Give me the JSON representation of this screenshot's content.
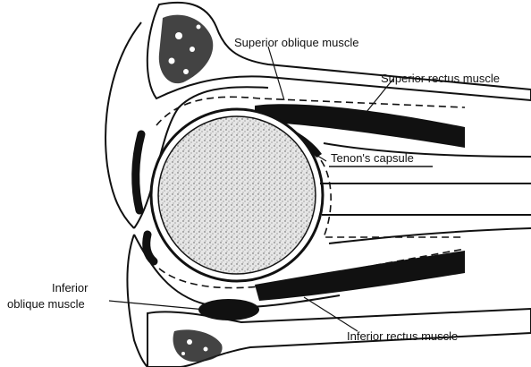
{
  "labels": {
    "superior_oblique": "Superior oblique muscle",
    "superior_rectus": "Superior rectus muscle",
    "tenons_capsule": "Tenon's capsule",
    "inferior_oblique_line1": "Inferior",
    "inferior_oblique_line2": "oblique muscle",
    "inferior_rectus": "Inferior rectus muscle"
  },
  "colors": {
    "ink": "#111111",
    "paper": "#ffffff",
    "globe_fill": "#d8d8d8"
  }
}
